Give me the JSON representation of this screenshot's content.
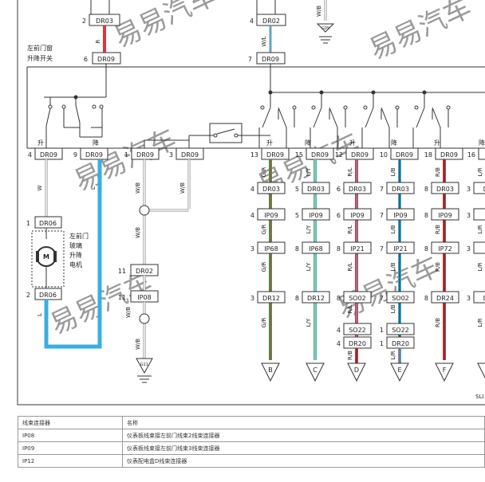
{
  "watermark": "易易汽车",
  "switch_label": [
    "左前门窗",
    "升降开关"
  ],
  "motor_label": [
    "左前门",
    "玻璃",
    "升降",
    "电机"
  ],
  "motor_symbol": "M",
  "up_label": "升",
  "down_label": "降",
  "grounds": {
    "g09": "G09",
    "g11": "G11"
  },
  "top_connectors": {
    "dr03": {
      "pin": "2",
      "name": "DR03"
    },
    "dr02": {
      "pin": "4",
      "name": "DR02"
    }
  },
  "top_wires": {
    "r": "R",
    "wl": "W/L",
    "wb": "W/B"
  },
  "switch_pins": {
    "dr09_6": {
      "pin": "6",
      "name": "DR09"
    },
    "dr09_7": {
      "pin": "7",
      "name": "DR09"
    }
  },
  "bottom_row": [
    {
      "pin": "4",
      "name": "DR09"
    },
    {
      "pin": "9",
      "name": "DR09"
    },
    {
      "pin": "1",
      "name": "DR09"
    },
    {
      "pin": "3",
      "name": "DR09"
    },
    {
      "pin": "13",
      "name": "DR09"
    },
    {
      "pin": "15",
      "name": "DR09"
    },
    {
      "pin": "12",
      "name": "DR09"
    },
    {
      "pin": "10",
      "name": "DR09"
    },
    {
      "pin": "18",
      "name": "DR09"
    },
    {
      "pin": "16",
      "name": "DR"
    }
  ],
  "left_wires": {
    "w": "W",
    "l": "L",
    "wb": "W/B"
  },
  "motor_connectors": {
    "top": {
      "pin": "1",
      "name": "DR06"
    },
    "bottom": {
      "pin": "2",
      "name": "DR06"
    }
  },
  "ground_chain": [
    {
      "pin": "11",
      "name": "DR02"
    },
    {
      "pin": "11",
      "name": "IP08"
    }
  ],
  "columns": [
    {
      "wire": "G/R",
      "conns": [
        {
          "pin": "4",
          "name": "DR03"
        },
        {
          "pin": "4",
          "name": "IP09"
        },
        {
          "pin": "3",
          "name": "IP68"
        },
        {
          "pin": "3",
          "name": "DR12"
        }
      ],
      "extra": [],
      "term": "B"
    },
    {
      "wire": "L/Y",
      "conns": [
        {
          "pin": "5",
          "name": "DR03"
        },
        {
          "pin": "5",
          "name": "IP09"
        },
        {
          "pin": "8",
          "name": "IP68"
        },
        {
          "pin": "8",
          "name": "DR12"
        }
      ],
      "extra": [],
      "term": "C"
    },
    {
      "wire": "R/L",
      "conns": [
        {
          "pin": "6",
          "name": "DR03"
        },
        {
          "pin": "6",
          "name": "IP09"
        },
        {
          "pin": "8",
          "name": "IP21"
        },
        {
          "pin": "8",
          "name": "SO02"
        }
      ],
      "extra": [
        {
          "pin": "4",
          "name": "SO22"
        },
        {
          "pin": "4",
          "name": "DR20"
        }
      ],
      "wire2": "R/B",
      "term": "D"
    },
    {
      "wire": "L/B",
      "conns": [
        {
          "pin": "7",
          "name": "DR03"
        },
        {
          "pin": "7",
          "name": "IP09"
        },
        {
          "pin": "7",
          "name": "IP21"
        },
        {
          "pin": "7",
          "name": "SO02"
        }
      ],
      "extra": [
        {
          "pin": "1",
          "name": "SO22"
        },
        {
          "pin": "1",
          "name": "DR20"
        }
      ],
      "wire2": "L/R",
      "term": "E"
    },
    {
      "wire": "R/B",
      "conns": [
        {
          "pin": "8",
          "name": "DR03"
        },
        {
          "pin": "8",
          "name": "IP09"
        },
        {
          "pin": "8",
          "name": "IP72"
        },
        {
          "pin": "8",
          "name": "DR24"
        }
      ],
      "extra": [],
      "term": "F"
    },
    {
      "wire": "L/R",
      "conns": [
        {
          "pin": "3",
          "name": "DF"
        },
        {
          "pin": "3",
          "name": "IF"
        },
        {
          "pin": "3",
          "name": "IF"
        },
        {
          "pin": "3",
          "name": "DF"
        }
      ],
      "extra": [],
      "term": ""
    }
  ],
  "page_code": "SLI",
  "colors": {
    "red": "#e0343c",
    "blue": "#3aaee0",
    "green": "#3a9a4a",
    "line": "#333333"
  },
  "table": {
    "header": [
      "线束连接器",
      "名称"
    ],
    "rows": [
      [
        "IP08",
        "仪表板线束接左前门线束2线束连接器"
      ],
      [
        "IP09",
        "仪表板线束接左前门线束3线束连接器"
      ],
      [
        "IP12",
        "仪表配电盒D线束连接器"
      ]
    ]
  }
}
